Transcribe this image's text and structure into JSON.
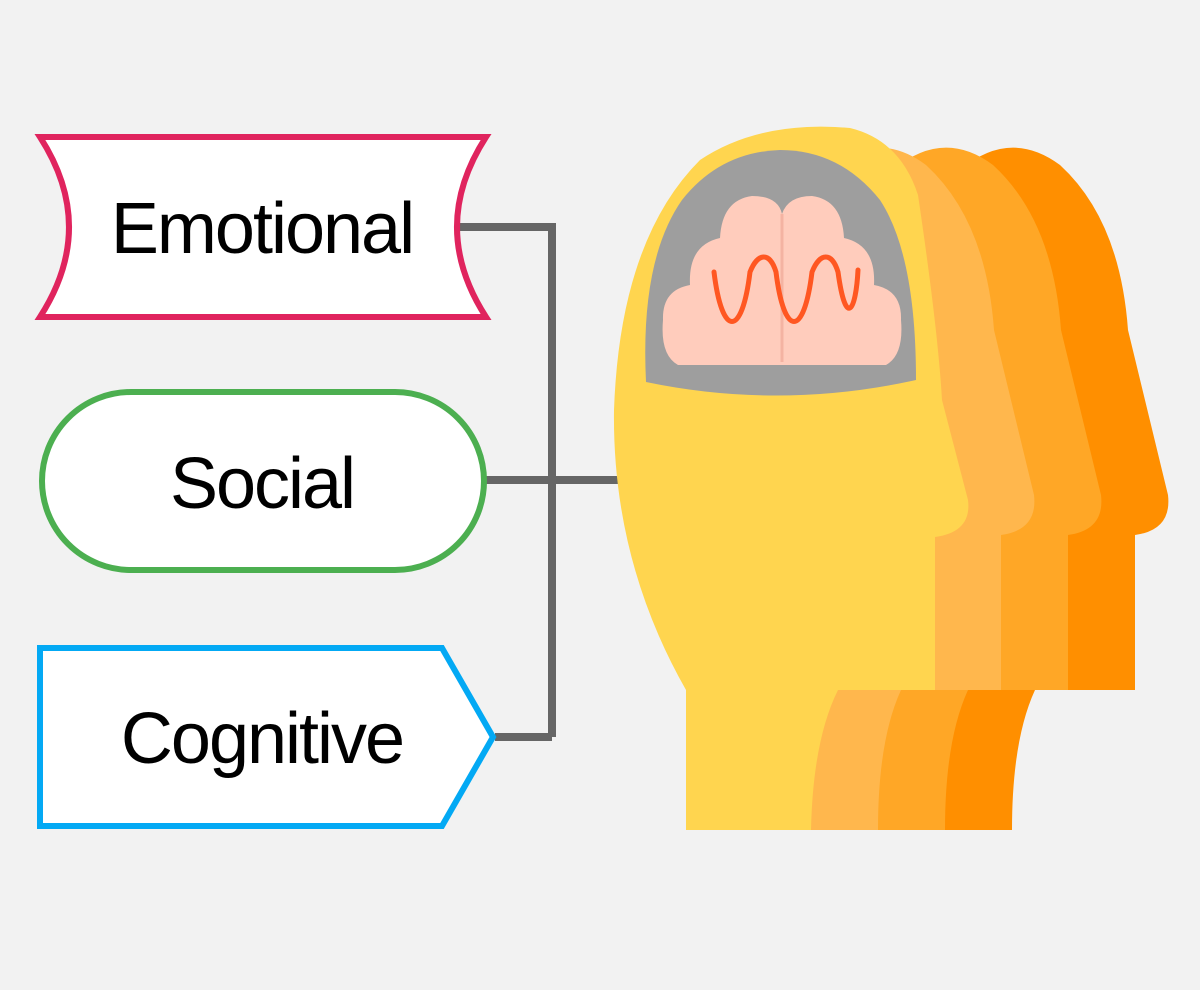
{
  "diagram": {
    "boxes": [
      {
        "id": "emotional",
        "label": "Emotional",
        "border_color": "#e0245e"
      },
      {
        "id": "social",
        "label": "Social",
        "border_color": "#4caf50"
      },
      {
        "id": "cognitive",
        "label": "Cognitive",
        "border_color": "#03a9f4"
      }
    ],
    "connector_color": "#666666",
    "background_color": "#f2f2f2",
    "head_icon": {
      "name": "head-brain-icon",
      "layer_colors": [
        "#ff8f00",
        "#ffa726",
        "#ffb74d",
        "#ffd54f"
      ],
      "brain_case_color": "#9e9e9e",
      "brain_color": "#ffccbc",
      "wave_color": "#ff5722"
    }
  }
}
